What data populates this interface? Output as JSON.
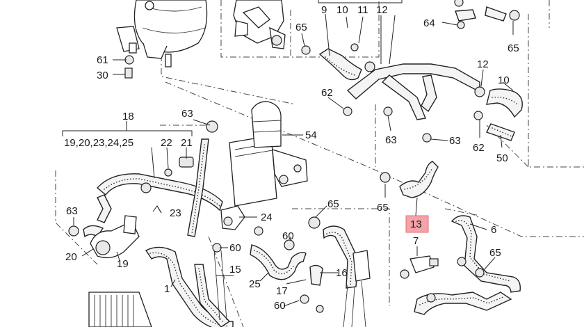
{
  "diagram": {
    "labels": {
      "l9": "9",
      "l10a": "10",
      "l11": "11",
      "l12a": "12",
      "l64": "64",
      "l65a": "65",
      "l65b": "65",
      "l61": "61",
      "l30": "30",
      "l12b": "12",
      "l10b": "10",
      "l62a": "62",
      "l63a": "63",
      "l63b": "63",
      "l63c": "63",
      "l62b": "62",
      "l50": "50",
      "l54": "54",
      "l18": "18",
      "l19group": "19,20,23,24,25",
      "l22": "22",
      "l21": "21",
      "l23": "23",
      "l24": "24",
      "l65c": "65",
      "l65d": "65",
      "l13": "13",
      "l6": "6",
      "l7": "7",
      "l65e": "65",
      "l63d": "63",
      "l20": "20",
      "l19": "19",
      "l60a": "60",
      "l60b": "60",
      "l60c": "60",
      "l1": "1",
      "l15": "15",
      "l25": "25",
      "l17": "17",
      "l16": "16"
    },
    "highlight_color": "#f4a3a8"
  }
}
